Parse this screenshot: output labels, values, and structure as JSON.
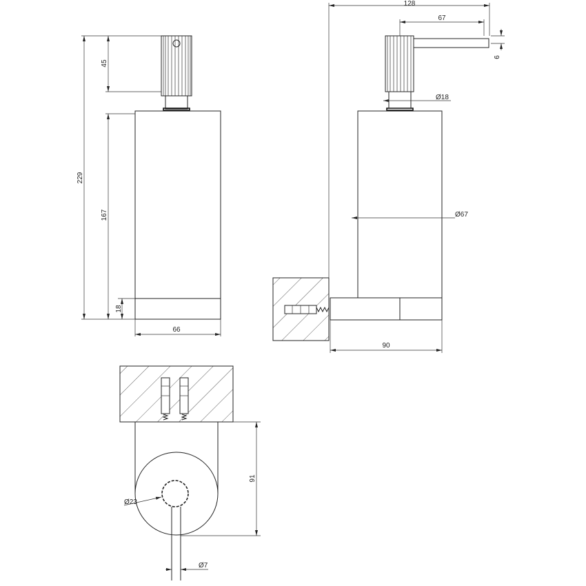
{
  "drawing": {
    "front_view": {
      "total_height": "229",
      "cap_height": "45",
      "body_height": "167",
      "base_height": "18",
      "width": "66"
    },
    "side_view": {
      "overall_depth": "128",
      "spout_length": "67",
      "spout_thickness": "6",
      "neck_diameter": "Ø18",
      "body_diameter": "Ø67",
      "base_depth": "90"
    },
    "top_view": {
      "wall_to_front": "91",
      "cap_diameter": "Ø23",
      "spout_diameter": "Ø7"
    },
    "line_color": "#222222"
  }
}
